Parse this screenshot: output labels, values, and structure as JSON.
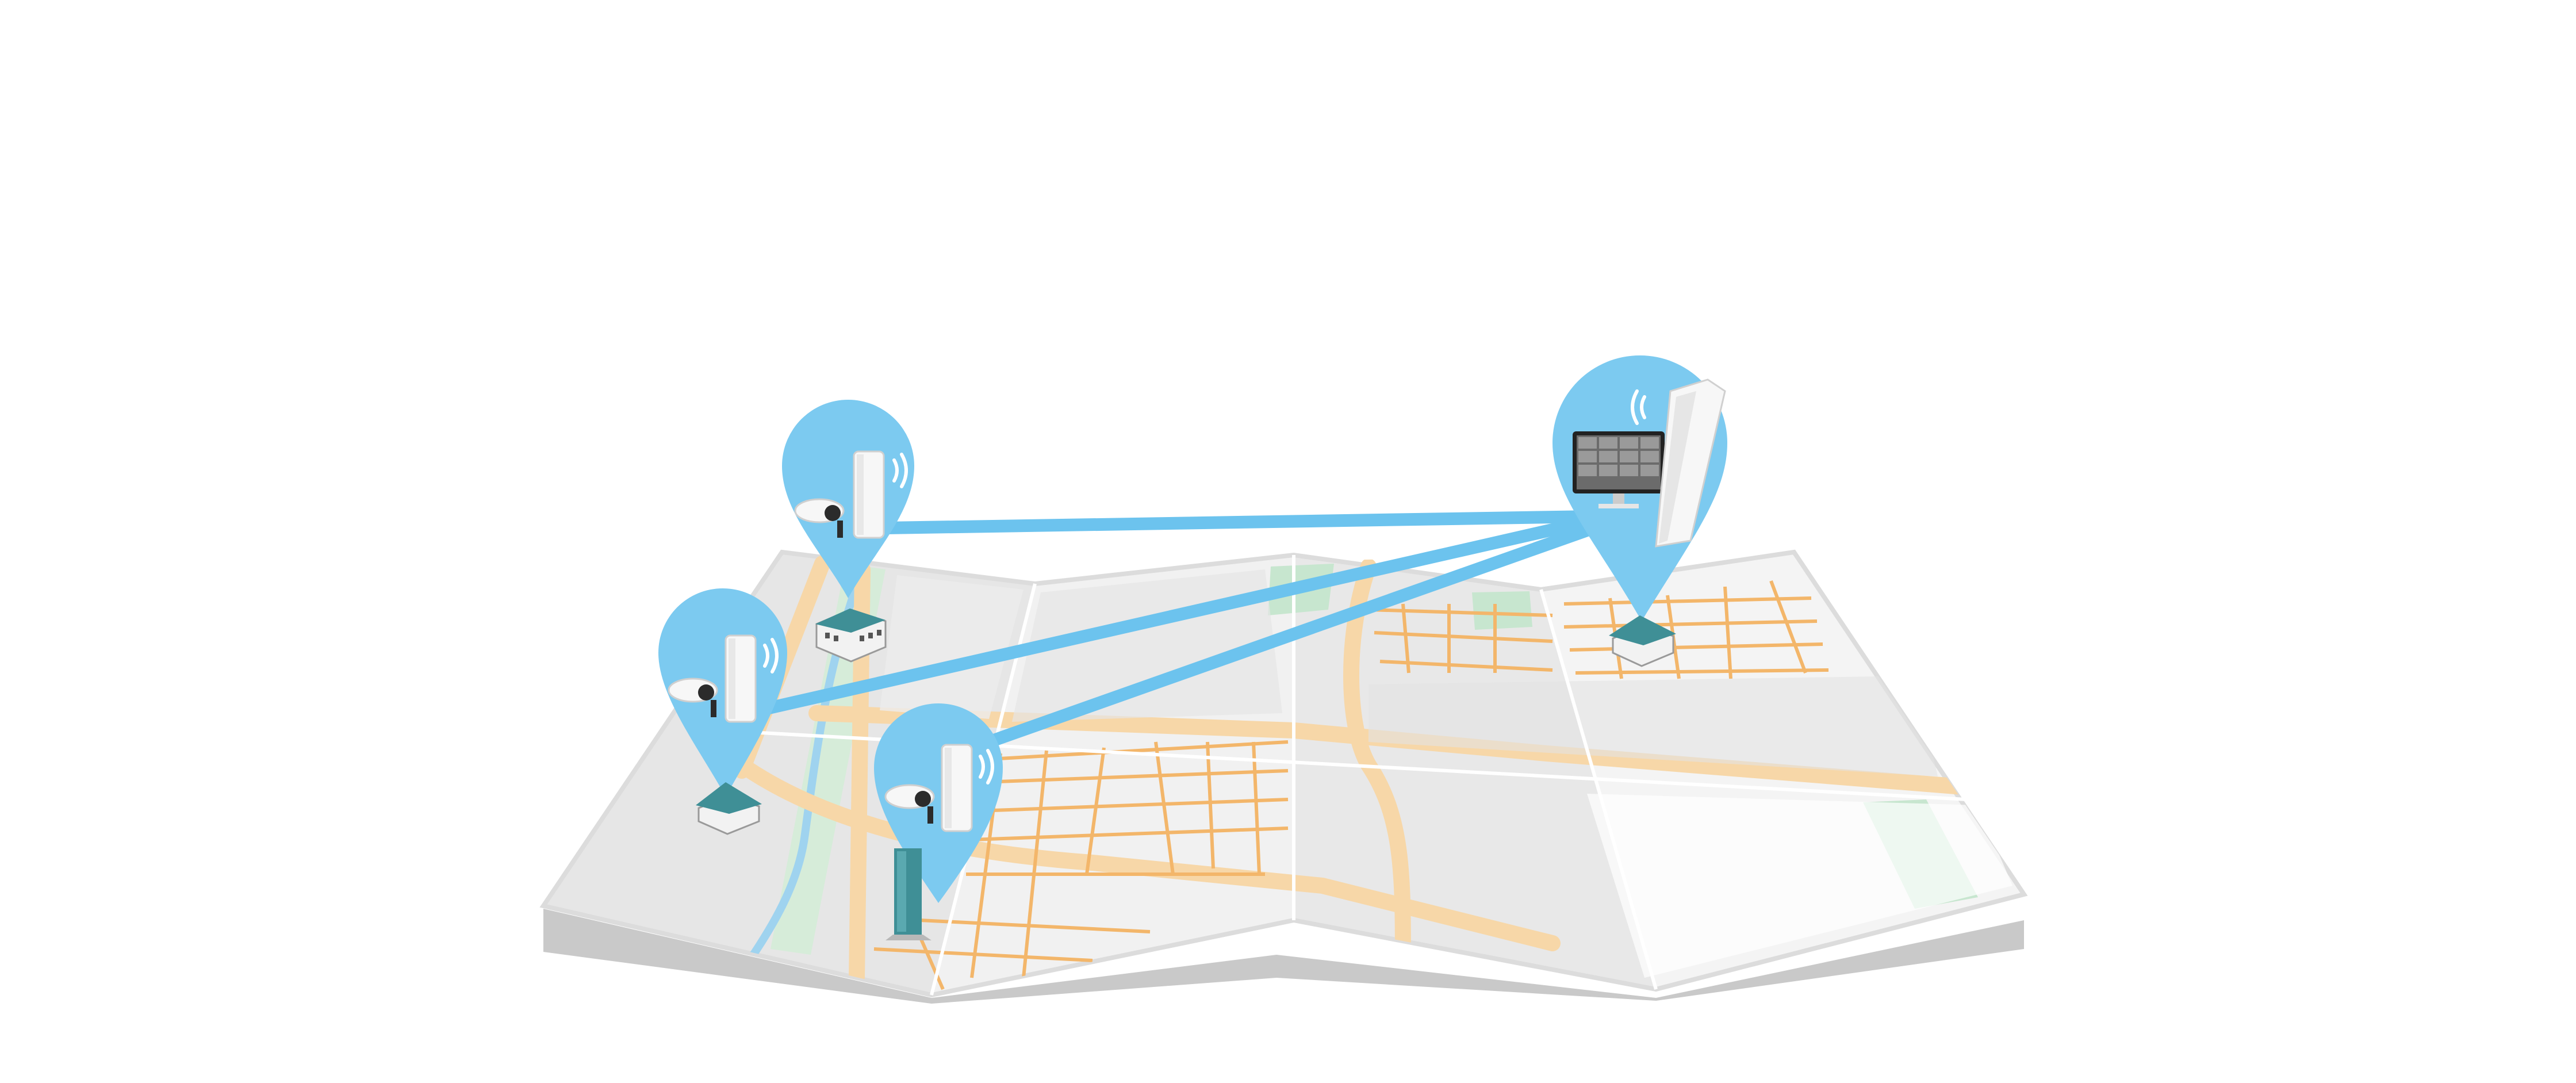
{
  "scene": {
    "description_visible_text": "",
    "colors": {
      "background": "#ffffff",
      "map_paper": "#e9e9e9",
      "map_light": "#f4f4f4",
      "map_border": "#dcdcdc",
      "map_shadow": "#c9c9c9",
      "road_major": "#f7d7a8",
      "road_minor": "#f3b66a",
      "river": "#9fd3ef",
      "park": "#c7e6cf",
      "pin": "#7ccaf0",
      "link": "#6cc3ee",
      "building_roof": "#3f8f96",
      "device_white": "#f7f7f7",
      "camera_dark": "#2b2b2b"
    },
    "sites": [
      {
        "id": "remote-site-1",
        "icon": "office-building-icon",
        "devices": [
          "outdoor-cpe-icon",
          "bullet-camera-icon",
          "wifi-signal-icon"
        ]
      },
      {
        "id": "remote-site-2",
        "icon": "house-icon",
        "devices": [
          "outdoor-cpe-icon",
          "bullet-camera-icon",
          "wifi-signal-icon"
        ]
      },
      {
        "id": "remote-site-3",
        "icon": "tower-building-icon",
        "devices": [
          "outdoor-cpe-icon",
          "bullet-camera-icon",
          "wifi-signal-icon"
        ]
      },
      {
        "id": "central-site",
        "icon": "house-icon",
        "devices": [
          "base-station-icon",
          "nvr-monitor-icon",
          "wifi-signal-icon"
        ]
      }
    ],
    "links": [
      {
        "from": "remote-site-1",
        "to": "central-site"
      },
      {
        "from": "remote-site-2",
        "to": "central-site"
      },
      {
        "from": "remote-site-3",
        "to": "central-site"
      }
    ]
  }
}
